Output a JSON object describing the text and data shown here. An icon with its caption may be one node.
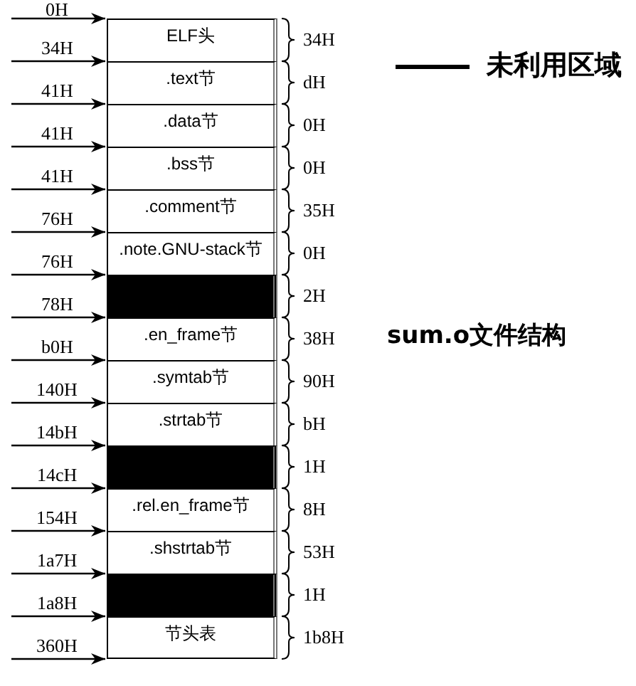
{
  "diagram": {
    "title": "sum.o文件结构",
    "nodes": [
      {
        "text": [
          "ELF头"
        ]
      },
      {
        "text": [
          ".text节"
        ]
      },
      {
        "text": [
          ".data节"
        ]
      },
      {
        "text": [
          ".bss节"
        ]
      },
      {
        "text": [
          ".comment节"
        ]
      },
      {
        "text": [
          ".note.GNU-stack节"
        ]
      },
      {
        "text": [],
        "shape": "box"
      },
      {
        "text": [
          ".en_frame节"
        ]
      },
      {
        "text": [
          ".symtab节"
        ]
      },
      {
        "text": [
          ".strtab节"
        ]
      },
      {
        "text": [],
        "shape": "box"
      },
      {
        "text": [
          ".rel.en_frame节"
        ]
      },
      {
        "text": [
          ".shstrtab节"
        ]
      },
      {
        "text": [],
        "shape": "box"
      },
      {
        "text": [
          "节头表"
        ]
      }
    ],
    "edges": [
      {
        "from": null,
        "to": 0,
        "arrow": "to",
        "label": "0H"
      },
      {
        "from": null,
        "to": 1,
        "arrow": "to",
        "label": "34H"
      },
      {
        "from": null,
        "to": 2,
        "arrow": "to",
        "label": "41H"
      },
      {
        "from": null,
        "to": 3,
        "arrow": "to",
        "label": "41H"
      },
      {
        "from": null,
        "to": 4,
        "arrow": "to",
        "label": "41H"
      },
      {
        "from": null,
        "to": 5,
        "arrow": "to",
        "label": "76H"
      },
      {
        "from": null,
        "to": 6,
        "arrow": "to",
        "label": "76H"
      },
      {
        "from": null,
        "to": 7,
        "arrow": "to",
        "label": "78H"
      },
      {
        "from": null,
        "to": 8,
        "arrow": "to",
        "label": "b0H"
      },
      {
        "from": null,
        "to": 9,
        "arrow": "to",
        "label": "140H"
      },
      {
        "from": null,
        "to": 10,
        "arrow": "to",
        "label": "14bH"
      },
      {
        "from": null,
        "to": 11,
        "arrow": "to",
        "label": "14cH"
      },
      {
        "from": null,
        "to": 12,
        "arrow": "to",
        "label": "154H"
      },
      {
        "from": null,
        "to": 13,
        "arrow": "to",
        "label": "1a7H"
      },
      {
        "from": null,
        "to": 14,
        "arrow": "to",
        "label": "1a8H"
      },
      {
        "from": null,
        "to": 14,
        "arrow": "to",
        "label": "360H"
      }
    ],
    "labels": [
      "34H",
      "dH",
      "0H",
      "0H",
      "35H",
      "0H",
      "2H",
      "38H",
      "90H",
      "bH",
      "1H",
      "8H",
      "53H",
      "1H",
      "1b8H"
    ],
    "legend": [
      {
        "text": "未利用区域"
      }
    ]
  }
}
